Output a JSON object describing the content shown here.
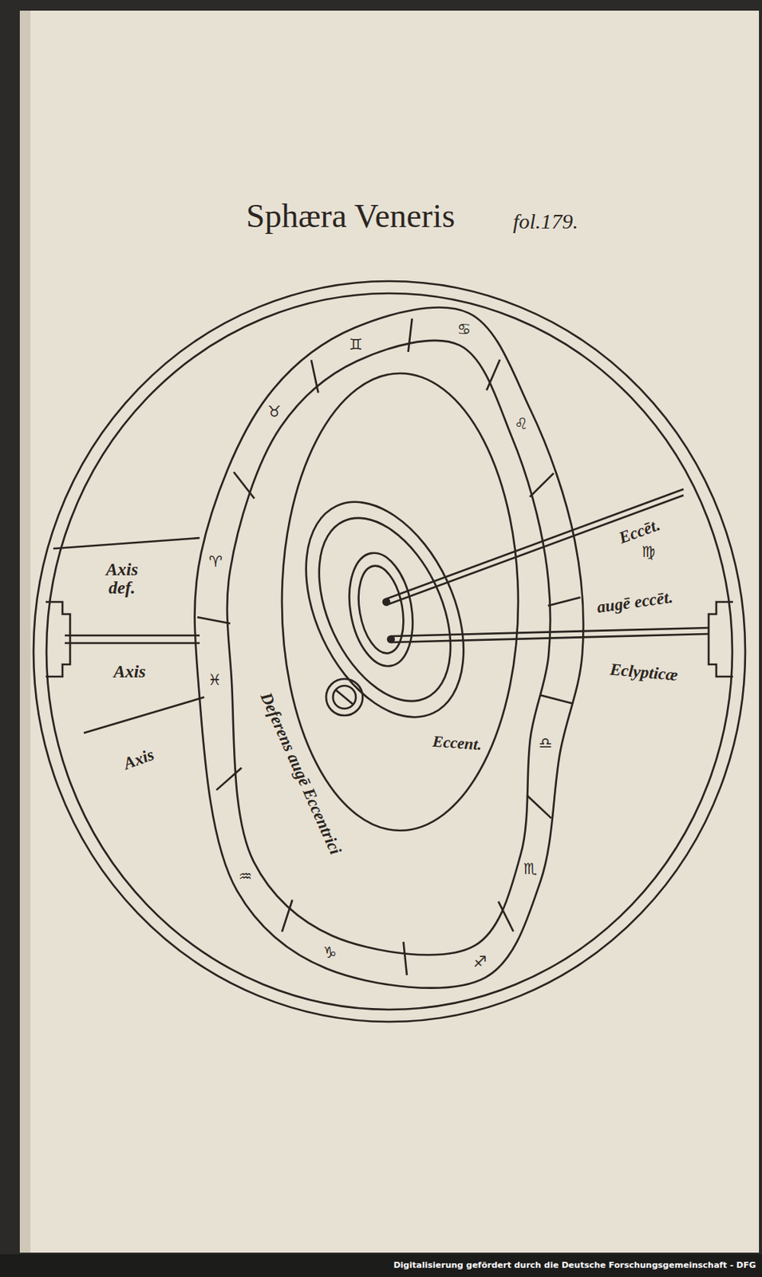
{
  "diagram": {
    "title": "Sphæra Veneris",
    "labels": [
      "fol.179.",
      "♊",
      "♋",
      "♌",
      "♍",
      "♎",
      "♏",
      "♐",
      "♑",
      "♒",
      "♓",
      "♈",
      "♉",
      "Axis def.",
      "Axis",
      "Axis",
      "Deferens augē Eccentrici",
      "Eccēt.",
      "augē eccēt.",
      "Eclypticæ",
      "Eccent.",
      "Digitalisierung gefördert durch die Deutsche Forschungsgemeinschaft - DFG"
    ]
  }
}
